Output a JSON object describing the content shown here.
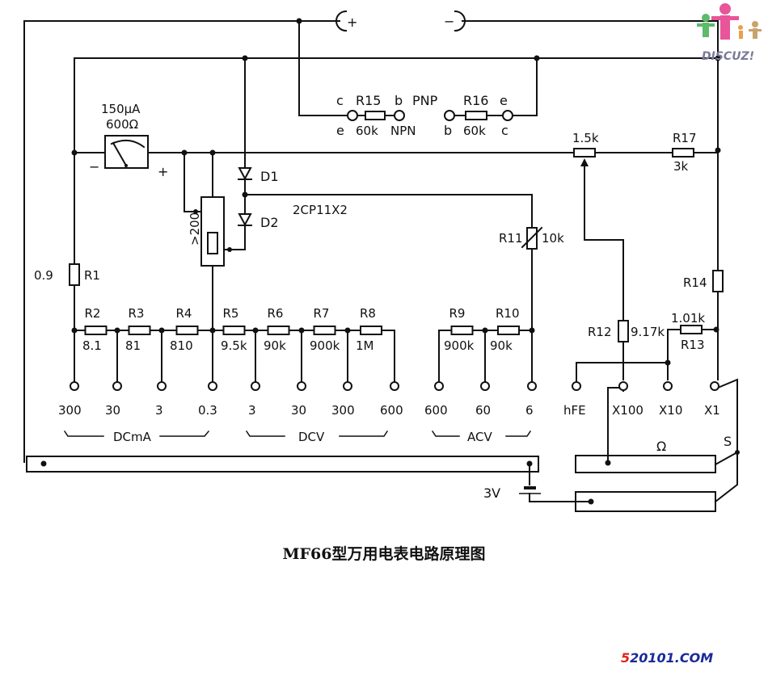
{
  "title": "MF66型万用电表电路原理图",
  "colors": {
    "ink": "#111111",
    "background": "#ffffff",
    "logo_pink": "#e8559a",
    "logo_green": "#5dbb6a",
    "logo_orange": "#e9a04a",
    "logo_tan": "#c8a36a",
    "logo_text": "#7a7a9a",
    "watermark_red": "#e2231a",
    "watermark_blue": "#1a2a9a"
  },
  "terminals_top": {
    "plus": "+",
    "minus": "−"
  },
  "meter": {
    "current": "150μA",
    "resistance": "600Ω",
    "minus": "−",
    "plus": "+"
  },
  "transistor_socket": {
    "npn": {
      "top_left": "c",
      "bottom_left": "e",
      "top_right": "b",
      "bottom_right": "NPN",
      "resistor": "R15",
      "value": "60k"
    },
    "pnp": {
      "label": "PNP",
      "bottom_left": "b",
      "top_right": "e",
      "bottom_right": "c",
      "resistor": "R16",
      "value": "60k"
    }
  },
  "diodes": {
    "d1": "D1",
    "d2": "D2",
    "type": "2CP11X2"
  },
  "potentiometer": {
    "label": ">200"
  },
  "components": {
    "R1": {
      "name": "R1",
      "value": "0.9"
    },
    "R2": {
      "name": "R2",
      "value": "8.1"
    },
    "R3": {
      "name": "R3",
      "value": "81"
    },
    "R4": {
      "name": "R4",
      "value": "810"
    },
    "R5": {
      "name": "R5",
      "value": "9.5k"
    },
    "R6": {
      "name": "R6",
      "value": "90k"
    },
    "R7": {
      "name": "R7",
      "value": "900k"
    },
    "R8": {
      "name": "R8",
      "value": "1M"
    },
    "R9": {
      "name": "R9",
      "value": "900k"
    },
    "R10": {
      "name": "R10",
      "value": "90k"
    },
    "R11": {
      "name": "R11",
      "value": "10k"
    },
    "R12": {
      "name": "R12",
      "value": "9.17k"
    },
    "R13": {
      "name": "R13",
      "value": "1.01k"
    },
    "R14": {
      "name": "R14",
      "value": ""
    },
    "R17": {
      "name": "R17",
      "value": "3k"
    },
    "pot_zero": {
      "value": "1.5k"
    }
  },
  "ranges": {
    "dcma": {
      "group": "DCmA",
      "values": [
        "300",
        "30",
        "3",
        "0.3"
      ]
    },
    "dcv": {
      "group": "DCV",
      "values": [
        "3",
        "30",
        "300",
        "600"
      ]
    },
    "acv": {
      "group": "ACV",
      "values": [
        "600",
        "60",
        "6"
      ]
    },
    "ohm": {
      "hfe": "hFE",
      "values": [
        "X100",
        "X10",
        "X1"
      ]
    }
  },
  "switch": {
    "ohm_label": "Ω",
    "switch_label": "S"
  },
  "battery": {
    "label": "3V"
  },
  "logo": {
    "text": "DISCUZ!"
  },
  "watermark": {
    "prefix": "5",
    "rest": "20101.COM"
  }
}
